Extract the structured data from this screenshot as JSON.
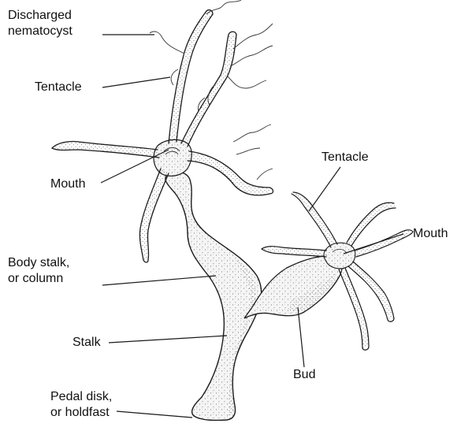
{
  "labels": {
    "discharged_nematocyst": "Discharged\nnematocyst",
    "tentacle_main": "Tentacle",
    "mouth_main": "Mouth",
    "body_stalk": "Body stalk,\nor column",
    "stalk": "Stalk",
    "pedal_disk": "Pedal disk,\nor holdfast",
    "tentacle_bud": "Tentacle",
    "mouth_bud": "Mouth",
    "bud": "Bud"
  },
  "colors": {
    "outline": "#1a1a1a",
    "fill": "#f4f4f4",
    "stipple": "#555555",
    "text": "#111111"
  }
}
